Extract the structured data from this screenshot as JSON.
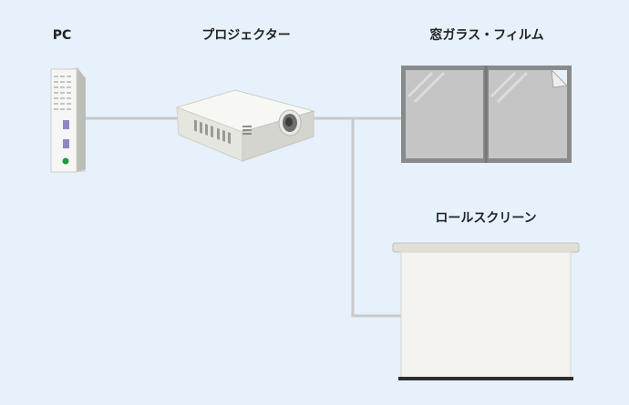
{
  "labels": {
    "pc": "PC",
    "projector": "プロジェクター",
    "window_glass": "窓ガラス・フィルム",
    "roll_screen": "ロールスクリーン"
  },
  "colors": {
    "background": "#e6f1fc",
    "connector": "#c9c9c9",
    "window_frame": "#8a8a8a",
    "glass": "#c5c5c5",
    "screen_surface": "#f4f3ef",
    "projector_body": "#f0f0ec"
  },
  "icons": {
    "pc": "tower-pc-icon",
    "projector": "projector-icon",
    "window": "sliding-window-icon",
    "screen": "roll-screen-icon"
  }
}
